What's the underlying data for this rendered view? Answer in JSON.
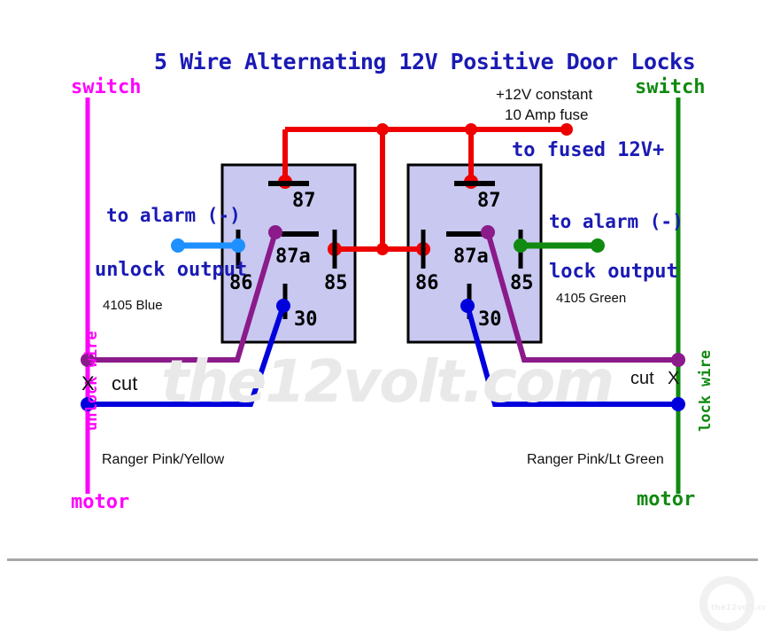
{
  "title": "5 Wire Alternating 12V Positive Door Locks",
  "watermark": "the12volt.com",
  "power": {
    "line1": "+12V constant",
    "line2": "10 Amp fuse",
    "fused_label": "to fused 12V+"
  },
  "left": {
    "switch_label": "switch",
    "motor_label": "motor",
    "wire_label": "unlock wire",
    "alarm_label": "to alarm (-)",
    "output_label": "unlock output",
    "output_color": "4105 Blue",
    "cut_x": "X",
    "cut_text": "cut",
    "vehicle_wire": "Ranger Pink/Yellow"
  },
  "right": {
    "switch_label": "switch",
    "motor_label": "motor",
    "wire_label": "lock wire",
    "alarm_label": "to alarm (-)",
    "output_label": "lock output",
    "output_color": "4105 Green",
    "cut_x": "X",
    "cut_text": "cut",
    "vehicle_wire": "Ranger Pink/Lt Green"
  },
  "relay_left": {
    "t87": "87",
    "t87a": "87a",
    "t86": "86",
    "t85": "85",
    "t30": "30"
  },
  "relay_right": {
    "t87": "87",
    "t87a": "87a",
    "t86": "86",
    "t85": "85",
    "t30": "30"
  },
  "colors": {
    "red": "#ee0000",
    "blue_dodger": "#1e90ff",
    "blue_dark": "#0000dd",
    "purple": "#8b1a8b",
    "magenta": "#ff00ff",
    "green": "#108a10",
    "relay_fill": "#c8c8f0",
    "text_blue": "#1a1ab4",
    "black": "#000000"
  }
}
